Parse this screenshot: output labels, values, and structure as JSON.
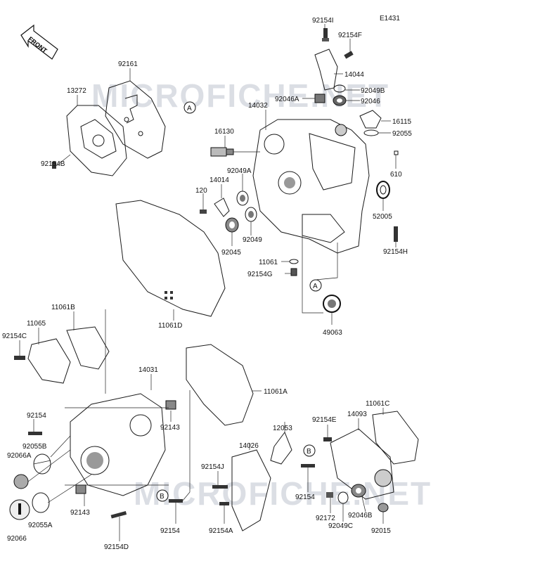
{
  "diagram_code": "E1431",
  "front_label": "FRONT",
  "watermarks": [
    "MICROFICHE.NET",
    "MICROFICHE.NET"
  ],
  "callouts": [
    "A",
    "A",
    "B",
    "B"
  ],
  "parts": [
    {
      "id": "p92154I",
      "label": "92154I"
    },
    {
      "id": "p92154F",
      "label": "92154F"
    },
    {
      "id": "p14044",
      "label": "14044"
    },
    {
      "id": "p92049B",
      "label": "92049B"
    },
    {
      "id": "p92046A",
      "label": "92046A"
    },
    {
      "id": "p92046",
      "label": "92046"
    },
    {
      "id": "p14032",
      "label": "14032"
    },
    {
      "id": "p16115",
      "label": "16115"
    },
    {
      "id": "p92055",
      "label": "92055"
    },
    {
      "id": "p92161",
      "label": "92161"
    },
    {
      "id": "p13272",
      "label": "13272"
    },
    {
      "id": "p16130",
      "label": "16130"
    },
    {
      "id": "p92154B",
      "label": "92154B"
    },
    {
      "id": "p610",
      "label": "610"
    },
    {
      "id": "p92049A",
      "label": "92049A"
    },
    {
      "id": "p14014",
      "label": "14014"
    },
    {
      "id": "p120",
      "label": "120"
    },
    {
      "id": "p52005",
      "label": "52005"
    },
    {
      "id": "p92049",
      "label": "92049"
    },
    {
      "id": "p92045",
      "label": "92045"
    },
    {
      "id": "p92154H",
      "label": "92154H"
    },
    {
      "id": "p11061",
      "label": "11061"
    },
    {
      "id": "p92154G",
      "label": "92154G"
    },
    {
      "id": "p11061B",
      "label": "11061B"
    },
    {
      "id": "p11061D",
      "label": "11061D"
    },
    {
      "id": "p11065",
      "label": "11065"
    },
    {
      "id": "p92154C",
      "label": "92154C"
    },
    {
      "id": "p49063",
      "label": "49063"
    },
    {
      "id": "p14031",
      "label": "14031"
    },
    {
      "id": "p11061A",
      "label": "11061A"
    },
    {
      "id": "p92154a",
      "label": "92154"
    },
    {
      "id": "p92143a",
      "label": "92143"
    },
    {
      "id": "p92055B",
      "label": "92055B"
    },
    {
      "id": "p92066A",
      "label": "92066A"
    },
    {
      "id": "p12053",
      "label": "12053"
    },
    {
      "id": "p92154E",
      "label": "92154E"
    },
    {
      "id": "p14093",
      "label": "14093"
    },
    {
      "id": "p11061C",
      "label": "11061C"
    },
    {
      "id": "p14026",
      "label": "14026"
    },
    {
      "id": "p92154J",
      "label": "92154J"
    },
    {
      "id": "p92154b",
      "label": "92154"
    },
    {
      "id": "p92143b",
      "label": "92143"
    },
    {
      "id": "p92055A",
      "label": "92055A"
    },
    {
      "id": "p92066",
      "label": "92066"
    },
    {
      "id": "p92154c",
      "label": "92154"
    },
    {
      "id": "p92154A",
      "label": "92154A"
    },
    {
      "id": "p92154D",
      "label": "92154D"
    },
    {
      "id": "p92172",
      "label": "92172"
    },
    {
      "id": "p92046B",
      "label": "92046B"
    },
    {
      "id": "p92049C",
      "label": "92049C"
    },
    {
      "id": "p92015",
      "label": "92015"
    },
    {
      "id": "p92154d",
      "label": "92154"
    }
  ]
}
